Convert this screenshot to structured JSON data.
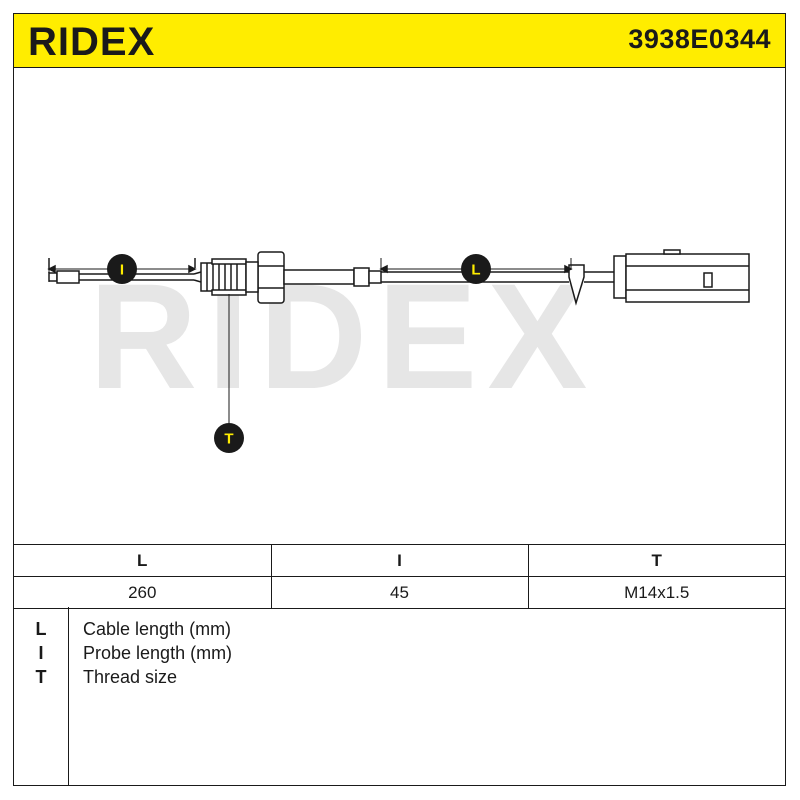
{
  "brand": {
    "logo_text": "RIDEX",
    "part_number": "3938E0344",
    "accent_color": "#ffed00",
    "watermark_color": "#e6e6e6"
  },
  "diagram": {
    "dimension_markers": {
      "probe_length": "I",
      "cable_length": "L",
      "thread": "T"
    },
    "icons": [
      "probe-icon",
      "thread-icon",
      "hex-nut-icon",
      "cable-icon",
      "connector-icon"
    ]
  },
  "spec_table": {
    "headers": [
      "L",
      "I",
      "T"
    ],
    "values": [
      "260",
      "45",
      "M14x1.5"
    ]
  },
  "legend": [
    {
      "key": "L",
      "text": "Cable length (mm)"
    },
    {
      "key": "I",
      "text": "Probe length (mm)"
    },
    {
      "key": "T",
      "text": "Thread size"
    }
  ]
}
